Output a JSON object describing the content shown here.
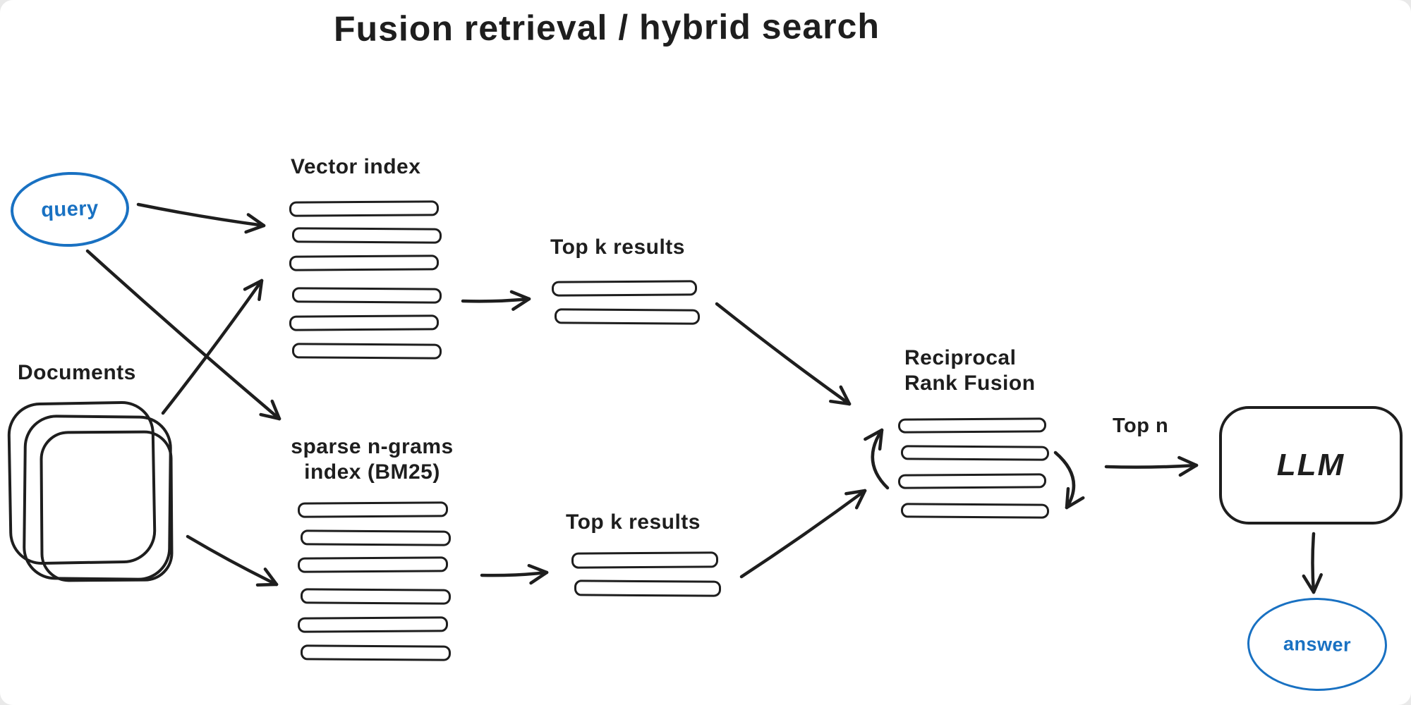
{
  "title": "Fusion retrieval / hybrid search",
  "colors": {
    "ink": "#1e1e1e",
    "accent_blue": "#1971c2",
    "background": "#ffffff"
  },
  "nodes": {
    "query": {
      "label": "query",
      "shape": "ellipse"
    },
    "documents": {
      "label": "Documents",
      "shape": "stacked-pages",
      "page_count": 3
    },
    "vector_index": {
      "label": "Vector index",
      "row_count": 6
    },
    "sparse_index": {
      "label_line1": "sparse n-grams",
      "label_line2": "index (BM25)",
      "row_count": 6
    },
    "top_k_vector": {
      "label": "Top k results",
      "row_count": 2
    },
    "top_k_sparse": {
      "label": "Top k results",
      "row_count": 2
    },
    "rrf": {
      "label_line1": "Reciprocal",
      "label_line2": "Rank Fusion",
      "row_count": 4
    },
    "top_n": {
      "label": "Top n"
    },
    "llm": {
      "label": "LLM"
    },
    "answer": {
      "label": "answer",
      "shape": "ellipse"
    }
  },
  "edges": [
    {
      "from": "query",
      "to": "vector_index"
    },
    {
      "from": "query",
      "to": "sparse_index"
    },
    {
      "from": "documents",
      "to": "vector_index"
    },
    {
      "from": "documents",
      "to": "sparse_index"
    },
    {
      "from": "vector_index",
      "to": "top_k_vector"
    },
    {
      "from": "sparse_index",
      "to": "top_k_sparse"
    },
    {
      "from": "top_k_vector",
      "to": "rrf"
    },
    {
      "from": "top_k_sparse",
      "to": "rrf"
    },
    {
      "from": "rrf",
      "to": "llm",
      "label": "Top n"
    },
    {
      "from": "llm",
      "to": "answer"
    },
    {
      "from": "rrf",
      "to": "rrf",
      "note": "cycle arrow left, pointing up"
    },
    {
      "from": "rrf",
      "to": "rrf",
      "note": "cycle arrow right, pointing down"
    }
  ]
}
